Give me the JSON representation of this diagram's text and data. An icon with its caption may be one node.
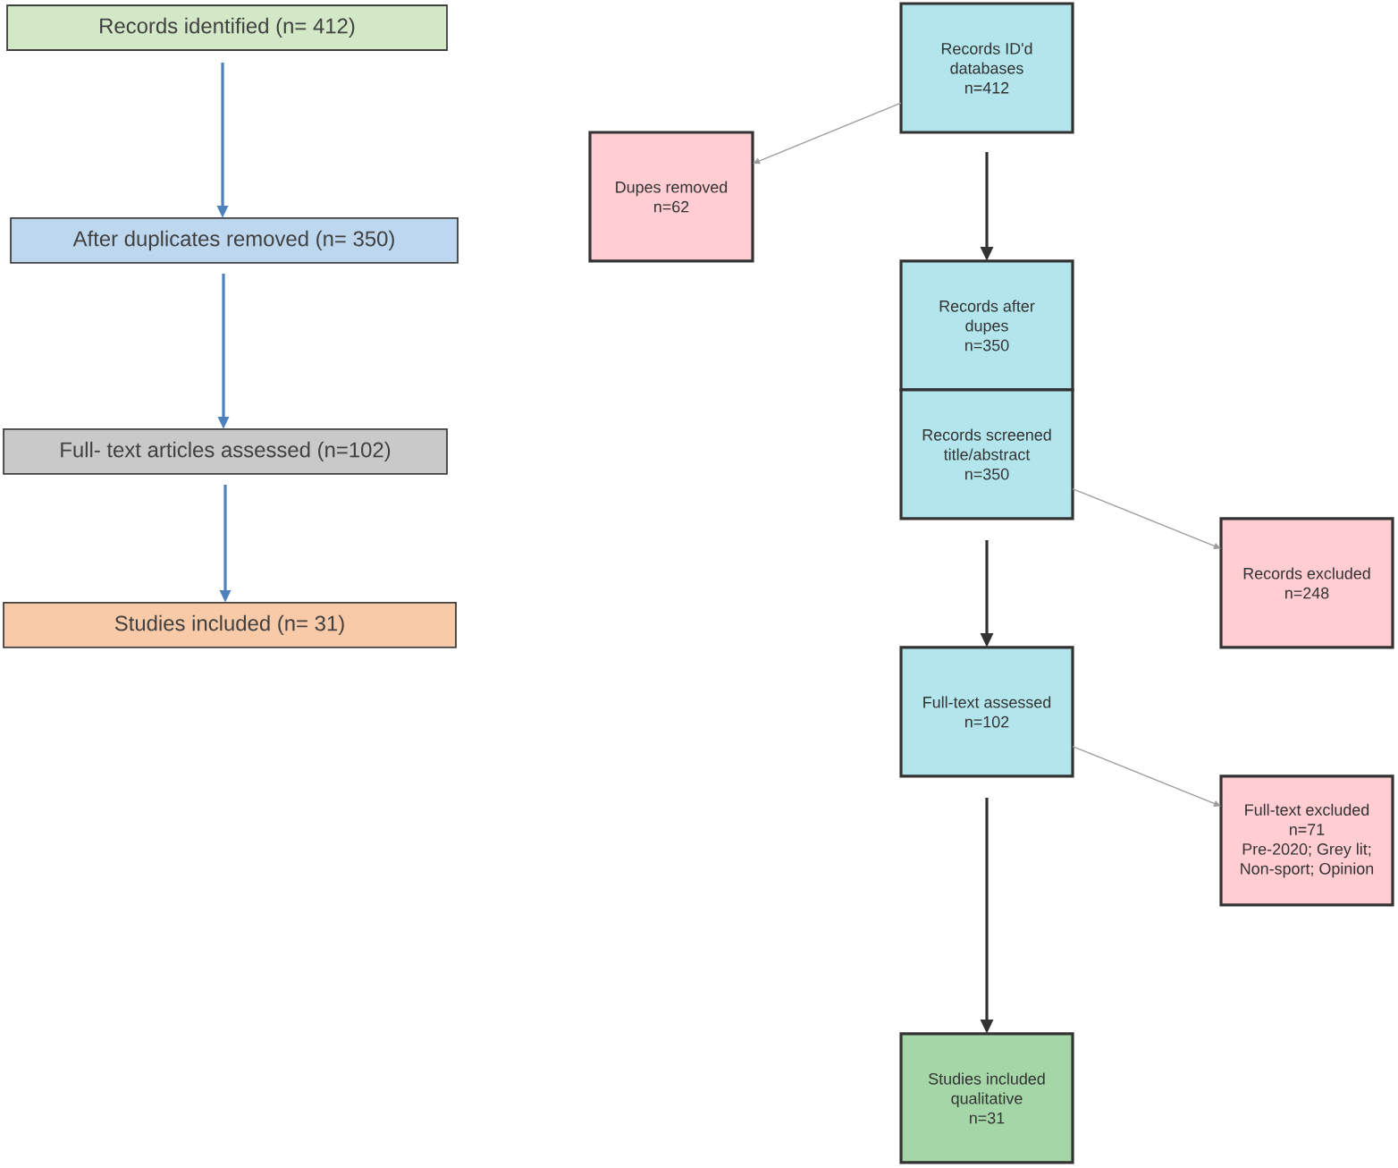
{
  "diagram": {
    "nodes": [
      {
        "text": [
          "Records identified (n= 412)"
        ]
      },
      {
        "text": [
          "After duplicates removed (n= 350)"
        ]
      },
      {
        "text": [
          "Full- text articles assessed (n=102)"
        ]
      },
      {
        "text": [
          "Studies included (n= 31)"
        ]
      },
      {
        "text": [
          "Records ID'd databases",
          "n=412"
        ]
      },
      {
        "text": [
          "Dupes removed",
          "n=62"
        ]
      },
      {
        "text": [
          "Records after dupes",
          "n=350"
        ]
      },
      {
        "text": [
          "Records screened title/abstract",
          "n=350"
        ]
      },
      {
        "text": [
          "Records excluded",
          "n=248"
        ]
      },
      {
        "text": [
          "Full-text assessed",
          "n=102"
        ]
      },
      {
        "text": [
          "Full-text excluded",
          "n=71",
          "Pre-2020; Grey lit; Non-sport; Opinion"
        ]
      },
      {
        "text": [
          "Studies included qualitative",
          "n=31"
        ]
      }
    ],
    "edges": [
      {
        "from": 0,
        "to": 1,
        "arrow": "to",
        "color": "#4f81bd"
      },
      {
        "from": 1,
        "to": 2,
        "arrow": "to",
        "color": "#4f81bd"
      },
      {
        "from": 2,
        "to": 3,
        "arrow": "to",
        "color": "#4f81bd"
      },
      {
        "from": 4,
        "to": 5,
        "arrow": "to",
        "color": "#9e9e9e"
      },
      {
        "from": 4,
        "to": 6,
        "arrow": "to",
        "color": "#333333"
      },
      {
        "from": 7,
        "to": 8,
        "arrow": "to",
        "color": "#9e9e9e"
      },
      {
        "from": 7,
        "to": 9,
        "arrow": "to",
        "color": "#333333"
      },
      {
        "from": 9,
        "to": 10,
        "arrow": "to",
        "color": "#9e9e9e"
      },
      {
        "from": 9,
        "to": 11,
        "arrow": "to",
        "color": "#333333"
      }
    ]
  }
}
